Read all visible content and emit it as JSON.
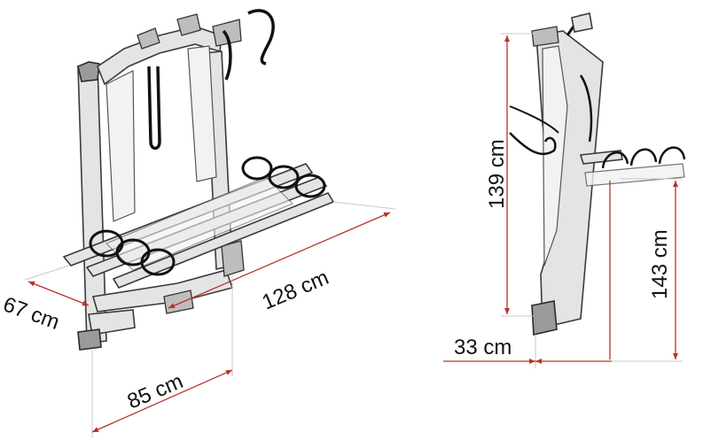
{
  "colors": {
    "dimension_line": "#b9312b",
    "frame_fill": "#e4e4e4",
    "frame_stroke": "#3a3a3a",
    "label_text": "#111111"
  },
  "dimensions": {
    "depth": "67 cm",
    "length": "128 cm",
    "width": "85 cm",
    "height_folded": "139 cm",
    "height_total": "143 cm",
    "offset": "33 cm"
  }
}
